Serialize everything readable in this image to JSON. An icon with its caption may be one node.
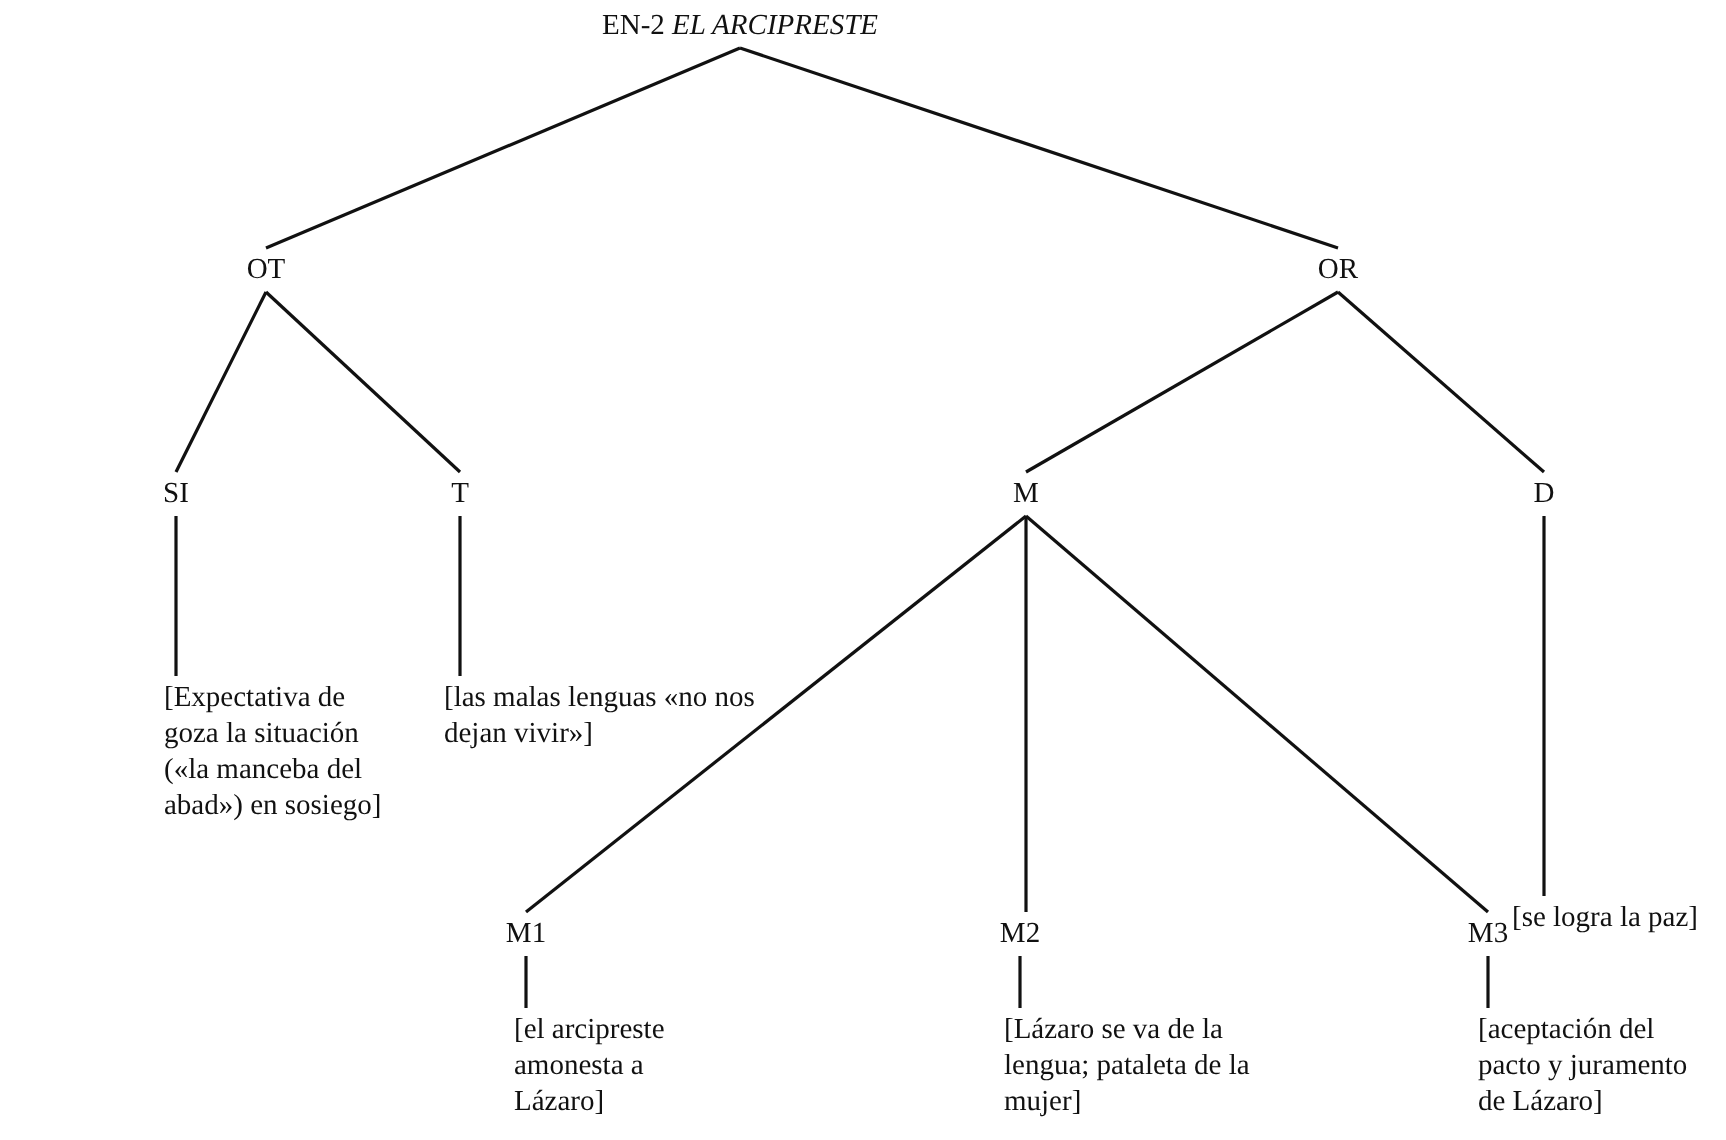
{
  "diagram": {
    "nodes": [
      {
        "text": [
          "EN-2 *EL ARCIPRESTE*"
        ]
      },
      {
        "text": [
          "OT"
        ]
      },
      {
        "text": [
          "OR"
        ]
      },
      {
        "text": [
          "SI"
        ]
      },
      {
        "text": [
          "T"
        ]
      },
      {
        "text": [
          "M"
        ]
      },
      {
        "text": [
          "D"
        ]
      },
      {
        "text": [
          "[Expectativa de goza la situación («la manceba del abad») en sosiego]"
        ]
      },
      {
        "text": [
          "[las malas lenguas «no nos dejan vivir»]"
        ]
      },
      {
        "text": [
          "M1"
        ]
      },
      {
        "text": [
          "M2"
        ]
      },
      {
        "text": [
          "M3"
        ]
      },
      {
        "text": [
          "[se logra la paz]"
        ]
      },
      {
        "text": [
          "[el arcipreste amonesta a Lázaro]"
        ]
      },
      {
        "text": [
          "[Lázaro se va de la lengua; pataleta de la mujer]"
        ]
      },
      {
        "text": [
          "[aceptación del pacto y juramento de Lázaro]"
        ]
      }
    ],
    "edges": [
      {
        "from": 0,
        "to": 1,
        "arrow": "none"
      },
      {
        "from": 0,
        "to": 2,
        "arrow": "none"
      },
      {
        "from": 1,
        "to": 3,
        "arrow": "none"
      },
      {
        "from": 1,
        "to": 4,
        "arrow": "none"
      },
      {
        "from": 2,
        "to": 5,
        "arrow": "none"
      },
      {
        "from": 2,
        "to": 6,
        "arrow": "none"
      },
      {
        "from": 3,
        "to": 7,
        "arrow": "none"
      },
      {
        "from": 4,
        "to": 8,
        "arrow": "none"
      },
      {
        "from": 5,
        "to": 9,
        "arrow": "none"
      },
      {
        "from": 5,
        "to": 10,
        "arrow": "none"
      },
      {
        "from": 5,
        "to": 11,
        "arrow": "none"
      },
      {
        "from": 6,
        "to": 12,
        "arrow": "none"
      },
      {
        "from": 9,
        "to": 13,
        "arrow": "none"
      },
      {
        "from": 10,
        "to": 14,
        "arrow": "none"
      },
      {
        "from": 11,
        "to": 15,
        "arrow": "none"
      }
    ]
  }
}
